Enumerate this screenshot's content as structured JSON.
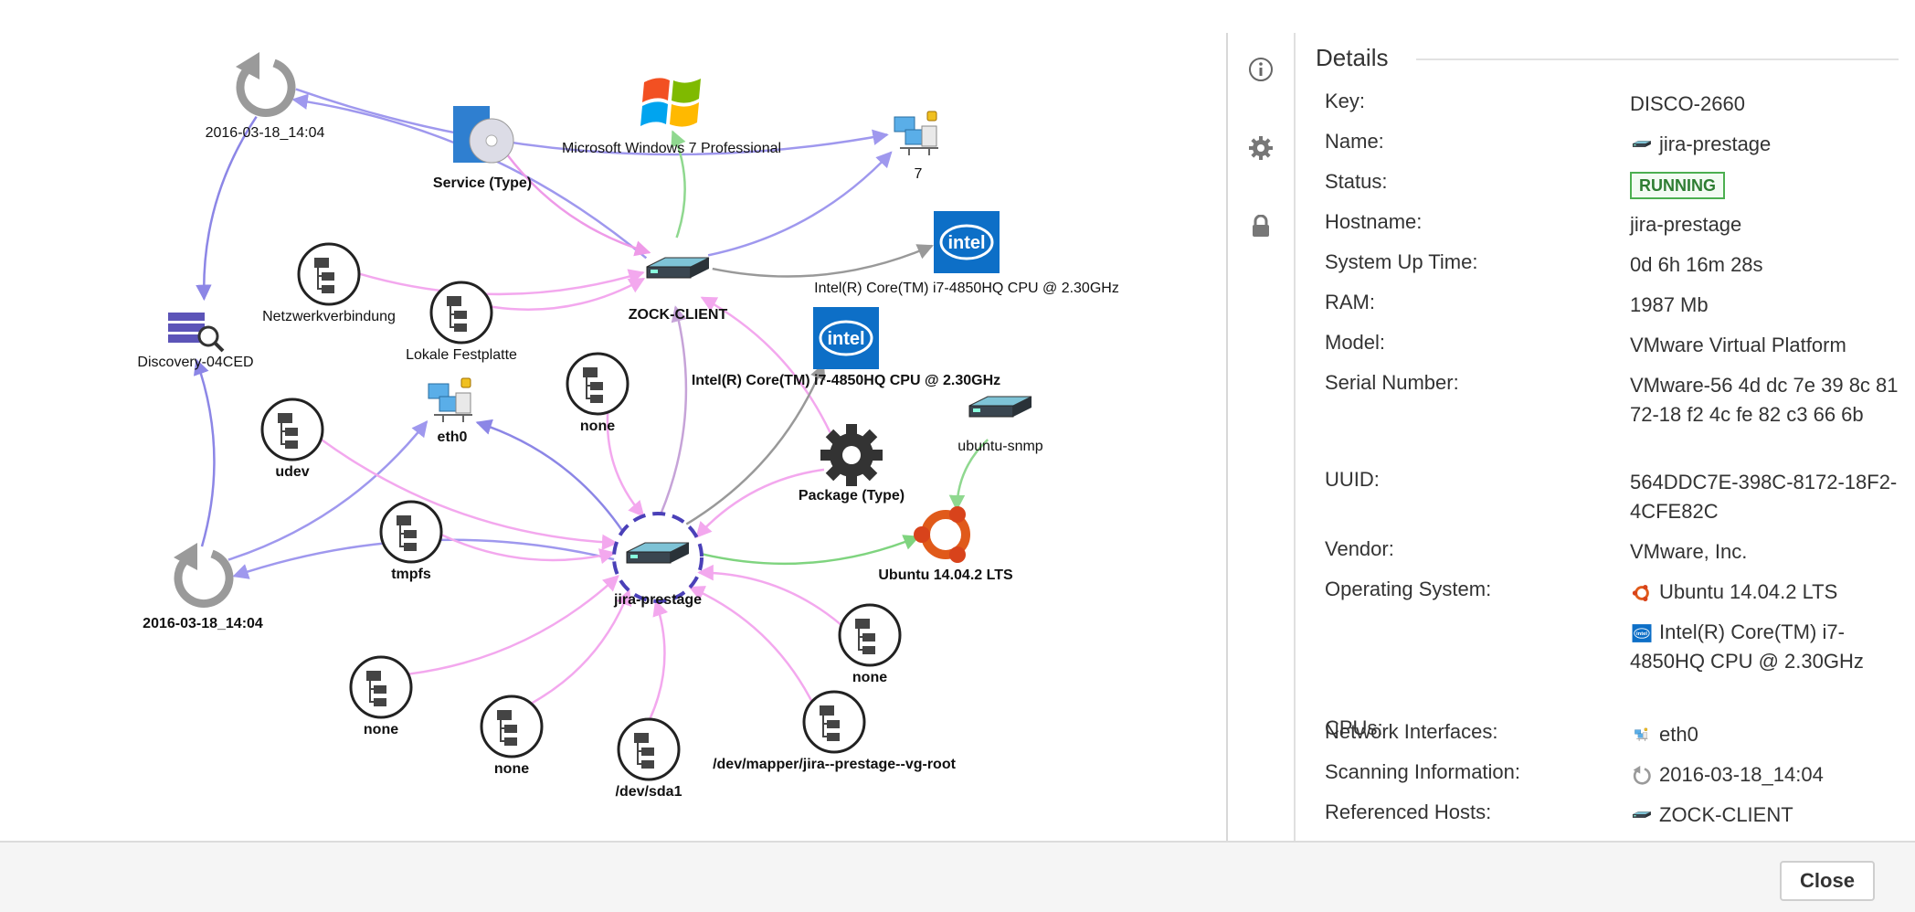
{
  "graph": {
    "nodes": [
      {
        "id": "scan1",
        "label": "2016-03-18_14:04",
        "icon": "refresh-icon",
        "bold": false
      },
      {
        "id": "service",
        "label": "Service (Type)",
        "icon": "service-disc-icon",
        "bold": true
      },
      {
        "id": "win7",
        "label": "Microsoft Windows 7 Professional",
        "icon": "windows-logo-icon",
        "bold": false
      },
      {
        "id": "net7",
        "label": "7",
        "icon": "network-icon",
        "bold": false
      },
      {
        "id": "zock",
        "label": "ZOCK-CLIENT",
        "icon": "server-icon",
        "bold": true
      },
      {
        "id": "intel1",
        "label": "Intel(R) Core(TM) i7-4850HQ CPU @ 2.30GHz",
        "icon": "intel-logo-icon",
        "bold": false
      },
      {
        "id": "netzwerk",
        "label": "Netzwerkverbindung",
        "icon": "folder-tree-icon",
        "bold": false
      },
      {
        "id": "lokale",
        "label": "Lokale Festplatte",
        "icon": "folder-tree-icon",
        "bold": false
      },
      {
        "id": "discovery",
        "label": "Discovery-04CED",
        "icon": "discovery-icon",
        "bold": false
      },
      {
        "id": "intel2",
        "label": "Intel(R) Core(TM) i7-4850HQ CPU @ 2.30GHz",
        "icon": "intel-logo-icon",
        "bold": true
      },
      {
        "id": "none1",
        "label": "none",
        "icon": "folder-tree-icon",
        "bold": true
      },
      {
        "id": "udev",
        "label": "udev",
        "icon": "folder-tree-icon",
        "bold": true
      },
      {
        "id": "eth0",
        "label": "eth0",
        "icon": "network-icon",
        "bold": true
      },
      {
        "id": "ubuntusnmp",
        "label": "ubuntu-snmp",
        "icon": "server-icon",
        "bold": false
      },
      {
        "id": "package",
        "label": "Package (Type)",
        "icon": "gear-icon",
        "bold": true
      },
      {
        "id": "tmpfs",
        "label": "tmpfs",
        "icon": "folder-tree-icon",
        "bold": true
      },
      {
        "id": "jira",
        "label": "jira-prestage",
        "icon": "server-icon",
        "bold": true
      },
      {
        "id": "ubuntu",
        "label": "Ubuntu 14.04.2 LTS",
        "icon": "ubuntu-logo-icon",
        "bold": true
      },
      {
        "id": "scan2",
        "label": "2016-03-18_14:04",
        "icon": "refresh-icon",
        "bold": true
      },
      {
        "id": "none2",
        "label": "none",
        "icon": "folder-tree-icon",
        "bold": true
      },
      {
        "id": "none3",
        "label": "none",
        "icon": "folder-tree-icon",
        "bold": true
      },
      {
        "id": "none4",
        "label": "none",
        "icon": "folder-tree-icon",
        "bold": true
      },
      {
        "id": "sda1",
        "label": "/dev/sda1",
        "icon": "folder-tree-icon",
        "bold": true
      },
      {
        "id": "mapper",
        "label": "/dev/mapper/jira--prestage--vg-root",
        "icon": "folder-tree-icon",
        "bold": true
      }
    ],
    "edges": [
      {
        "from": "scan1",
        "to": "net7",
        "color": "#9f98ee"
      },
      {
        "from": "scan1",
        "to": "discovery",
        "color": "#8c86e6"
      },
      {
        "from": "zock",
        "to": "scan1",
        "color": "#9f98ee"
      },
      {
        "from": "service",
        "to": "zock",
        "color": "#ee9ae8"
      },
      {
        "from": "zock",
        "to": "win7",
        "color": "#8fd88f"
      },
      {
        "from": "zock",
        "to": "net7",
        "color": "#9f98ee"
      },
      {
        "from": "zock",
        "to": "intel1",
        "color": "#999999"
      },
      {
        "from": "netzwerk",
        "to": "zock",
        "color": "#f3a8ee"
      },
      {
        "from": "lokale",
        "to": "zock",
        "color": "#f3a8ee"
      },
      {
        "from": "package",
        "to": "zock",
        "color": "#f3a8ee"
      },
      {
        "from": "jira",
        "to": "zock",
        "color": "#c6a3d8"
      },
      {
        "from": "jira",
        "to": "intel2",
        "color": "#999999"
      },
      {
        "from": "scan2",
        "to": "discovery",
        "color": "#8c86e6"
      },
      {
        "from": "scan2",
        "to": "eth0",
        "color": "#9f98ee"
      },
      {
        "from": "jira",
        "to": "scan2",
        "color": "#9f98ee"
      },
      {
        "from": "jira",
        "to": "eth0",
        "color": "#8c86e6"
      },
      {
        "from": "udev",
        "to": "jira",
        "color": "#f3a8ee"
      },
      {
        "from": "none1",
        "to": "jira",
        "color": "#f3a8ee"
      },
      {
        "from": "tmpfs",
        "to": "jira",
        "color": "#f3a8ee"
      },
      {
        "from": "package",
        "to": "jira",
        "color": "#f3a8ee"
      },
      {
        "from": "jira",
        "to": "ubuntu",
        "color": "#7fd47f"
      },
      {
        "from": "ubuntusnmp",
        "to": "ubuntu",
        "color": "#8fd88f"
      },
      {
        "from": "none2",
        "to": "jira",
        "color": "#f3a8ee"
      },
      {
        "from": "none3",
        "to": "jira",
        "color": "#f3a8ee"
      },
      {
        "from": "none4",
        "to": "jira",
        "color": "#f3a8ee"
      },
      {
        "from": "sda1",
        "to": "jira",
        "color": "#f3a8ee"
      },
      {
        "from": "mapper",
        "to": "jira",
        "color": "#f3a8ee"
      }
    ]
  },
  "side_toolbar": {
    "items": [
      {
        "icon": "info-icon"
      },
      {
        "icon": "gear-icon"
      },
      {
        "icon": "lock-icon"
      }
    ]
  },
  "details": {
    "title": "Details",
    "rows": [
      {
        "key": "Key:",
        "value": "DISCO-2660",
        "icon": ""
      },
      {
        "key": "Name:",
        "value": "jira-prestage",
        "icon": "server-icon"
      },
      {
        "key": "Status:",
        "value": "RUNNING",
        "icon": "",
        "badge": true
      },
      {
        "key": "Hostname:",
        "value": "jira-prestage",
        "icon": ""
      },
      {
        "key": "System Up Time:",
        "value": "0d 6h 16m 28s",
        "icon": ""
      },
      {
        "key": "RAM:",
        "value": "1987 Mb",
        "icon": ""
      },
      {
        "key": "Model:",
        "value": "VMware Virtual Platform",
        "icon": ""
      },
      {
        "key": "Serial Number:",
        "value": "VMware-56 4d dc 7e 39 8c 81 72-18 f2 4c fe 82 c3 66 6b",
        "icon": ""
      },
      {
        "key": "UUID:",
        "value": "564DDC7E-398C-8172-18F2-4CFE82C",
        "icon": ""
      },
      {
        "key": "Vendor:",
        "value": "VMware, Inc.",
        "icon": ""
      },
      {
        "key": "Operating System:",
        "value": "Ubuntu 14.04.2 LTS",
        "icon": "ubuntu-logo-icon"
      },
      {
        "key": "CPUs:",
        "value": "Intel(R) Core(TM) i7-4850HQ CPU @ 2.30GHz",
        "icon": "intel-logo-icon"
      },
      {
        "key": "Network Interfaces:",
        "value": "eth0",
        "icon": "network-icon"
      },
      {
        "key": "Scanning Information:",
        "value": "2016-03-18_14:04",
        "icon": "refresh-icon"
      },
      {
        "key": "Referenced Hosts:",
        "value": "ZOCK-CLIENT",
        "icon": "server-icon"
      }
    ]
  },
  "footer": {
    "close_label": "Close"
  }
}
